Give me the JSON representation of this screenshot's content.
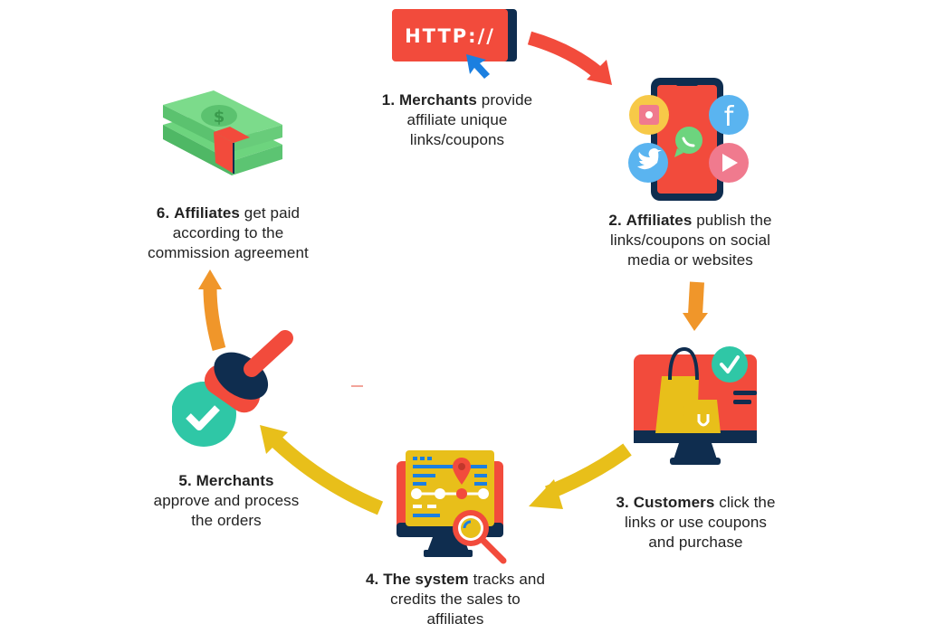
{
  "diagram": {
    "type": "cycle",
    "title": "",
    "colors": {
      "red": "#f24b3c",
      "navy": "#0f2d4f",
      "yellow": "#e8bf1a",
      "orange": "#f0962a",
      "teal": "#2fc7a6",
      "green": "#6dd47e",
      "blue": "#1b7fe0"
    },
    "steps": [
      {
        "number": "1.",
        "bold": "Merchants",
        "line1_rest": " provide",
        "line2": "affiliate unique",
        "line3": "links/coupons",
        "icon": "http-link-icon",
        "icon_text": "HTTP://"
      },
      {
        "number": "2.",
        "bold": "Affiliates",
        "line1_rest": " publish the",
        "line2": "links/coupons on social",
        "line3": "media or websites",
        "icon": "smartphone-social-icon"
      },
      {
        "number": "3.",
        "bold": "Customers",
        "line1_rest": " click the",
        "line2": "links or use coupons",
        "line3": "and purchase",
        "icon": "shopping-monitor-icon"
      },
      {
        "number": "4.",
        "bold": "The system",
        "line1_rest": " tracks and",
        "line2": "credits the sales to",
        "line3": "affiliates",
        "icon": "tracking-monitor-icon"
      },
      {
        "number": "5.",
        "bold": "Merchants",
        "line1_rest": "",
        "line2": "approve and process",
        "line3": "the orders",
        "icon": "approval-stamp-icon"
      },
      {
        "number": "6.",
        "bold": "Affiliates",
        "line1_rest": " get paid",
        "line2": "according to the",
        "line3": "commission agreement",
        "icon": "money-stack-icon"
      }
    ],
    "arrows": [
      {
        "from": 1,
        "to": 2,
        "color": "red"
      },
      {
        "from": 2,
        "to": 3,
        "color": "orange"
      },
      {
        "from": 3,
        "to": 4,
        "color": "yellow"
      },
      {
        "from": 4,
        "to": 5,
        "color": "yellow"
      },
      {
        "from": 5,
        "to": 6,
        "color": "orange"
      }
    ]
  }
}
